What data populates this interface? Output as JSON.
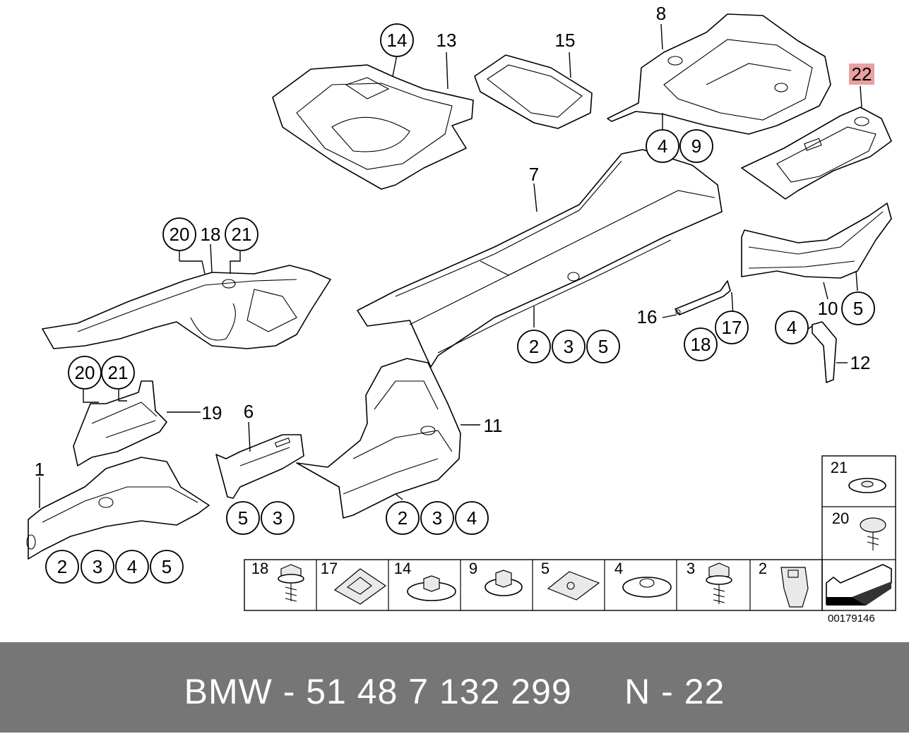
{
  "diagram": {
    "part_labels": {
      "p1": "1",
      "p6": "6",
      "p7": "7",
      "p8": "8",
      "p10": "10",
      "p11": "11",
      "p12": "12",
      "p13": "13",
      "p15": "15",
      "p16": "16",
      "p18": "18",
      "p19": "19",
      "p22": "22"
    },
    "circled_labels": {
      "c14": "14",
      "c4a": "4",
      "c9a": "9",
      "c20a": "20",
      "c21a": "21",
      "c20b": "20",
      "c21b": "21",
      "c2a": "2",
      "c3a": "3",
      "c5a": "5",
      "c17": "17",
      "c18": "18",
      "c5b": "5",
      "c4b": "4",
      "c5c": "5",
      "c3b": "3",
      "c2b": "2",
      "c3c": "3",
      "c4c": "4",
      "c2c": "2",
      "c3d": "3",
      "c4d": "4",
      "c5d": "5"
    },
    "highlighted_part": "22",
    "highlight_color": "#e8a0a0",
    "legend_bottom": [
      "18",
      "17",
      "14",
      "9",
      "5",
      "4",
      "3",
      "2"
    ],
    "legend_side": [
      "21",
      "20"
    ],
    "reference_number": "00179146"
  },
  "footer": {
    "text": "BMW - 51 48 7 132 299     N - 22",
    "background": "#767676"
  }
}
